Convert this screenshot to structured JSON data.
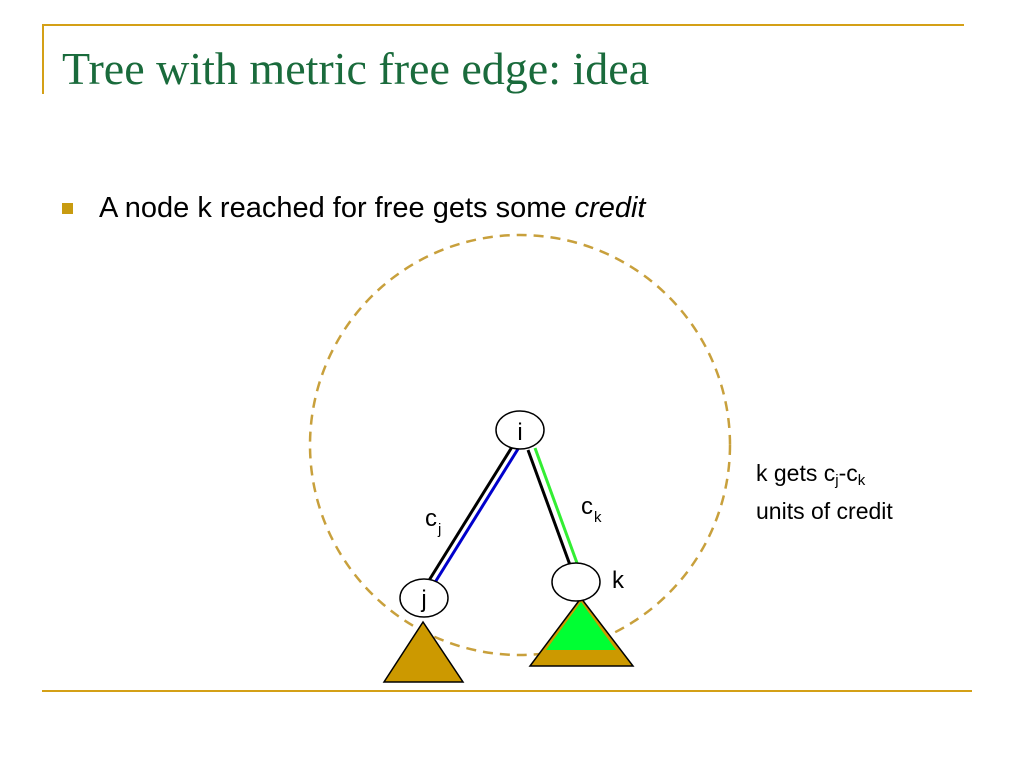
{
  "slide": {
    "title": "Tree with metric free edge: idea",
    "bullet": {
      "text": "A node k reached for free gets some ",
      "emphasis": "credit"
    }
  },
  "diagram": {
    "node_i": "i",
    "node_j": "j",
    "node_k": "k",
    "edge_j_label": {
      "base": "c",
      "sub": "j"
    },
    "edge_k_label": {
      "base": "c",
      "sub": "k"
    },
    "annotation": {
      "prefix": "k gets ",
      "c1": "c",
      "s1": "j",
      "dash": "-",
      "c2": "c",
      "s2": "k",
      "line2": "units of credit"
    }
  },
  "colors": {
    "title": "#1a6b3c",
    "frame": "#d4a017",
    "circle_dashed": "#c8a03c",
    "subtree": "#cc9900",
    "credit_green": "#00ff33",
    "edge_blue": "#0000cc",
    "edge_green": "#33ee33"
  }
}
